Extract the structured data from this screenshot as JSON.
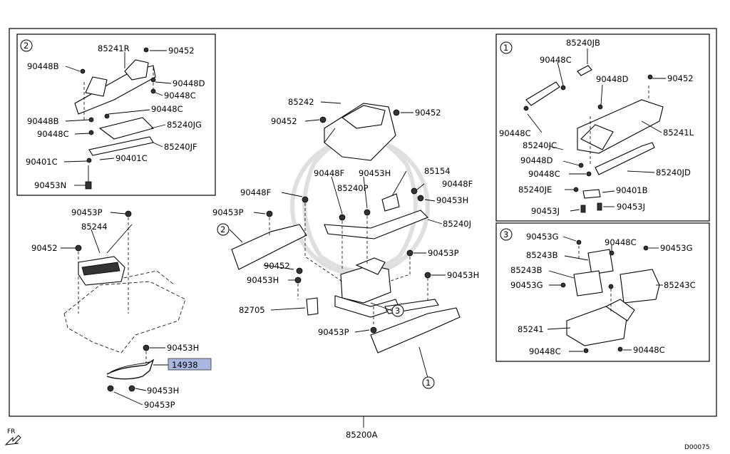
{
  "diagram": {
    "main_part": "85200A",
    "diagram_code": "D00075",
    "front_marker": "FR",
    "highlighted_part": "14938",
    "insets": [
      {
        "id": "2",
        "parts": [
          "85241R",
          "90452",
          "90448B",
          "90448D",
          "90448C",
          "90448B",
          "90448C",
          "90448C",
          "85240JG",
          "85240JF",
          "90401C",
          "90401C",
          "90453N"
        ]
      },
      {
        "id": "1",
        "parts": [
          "85240JB",
          "90448C",
          "90448D",
          "90452",
          "85241L",
          "90448C",
          "85240JC",
          "90448D",
          "90448C",
          "85240JD",
          "85240JE",
          "90401B",
          "90453J",
          "90453J"
        ]
      },
      {
        "id": "3",
        "parts": [
          "90453G",
          "90448C",
          "90453G",
          "85243B",
          "85243B",
          "90453G",
          "85243C",
          "85241",
          "90448C",
          "90448C"
        ]
      }
    ],
    "labels": {
      "i2_85241R": "85241R",
      "i2_90452": "90452",
      "i2_90448B_a": "90448B",
      "i2_90448D": "90448D",
      "i2_90448C_a": "90448C",
      "i2_90448C_b": "90448C",
      "i2_90448B_b": "90448B",
      "i2_90448C_c": "90448C",
      "i2_85240JG": "85240JG",
      "i2_85240JF": "85240JF",
      "i2_90401C_a": "90401C",
      "i2_90401C_b": "90401C",
      "i2_90453N": "90453N",
      "i1_85240JB": "85240JB",
      "i1_90448C_a": "90448C",
      "i1_90448D_a": "90448D",
      "i1_90452": "90452",
      "i1_85241L": "85241L",
      "i1_90448C_b": "90448C",
      "i1_85240JC": "85240JC",
      "i1_90448D_b": "90448D",
      "i1_90448C_c": "90448C",
      "i1_85240JD": "85240JD",
      "i1_85240JE": "85240JE",
      "i1_90401B": "90401B",
      "i1_90453J_a": "90453J",
      "i1_90453J_b": "90453J",
      "i3_90453G_a": "90453G",
      "i3_90448C_a": "90448C",
      "i3_90453G_b": "90453G",
      "i3_85243B_a": "85243B",
      "i3_85243B_b": "85243B",
      "i3_90453G_c": "90453G",
      "i3_85243C": "85243C",
      "i3_85241": "85241",
      "i3_90448C_b": "90448C",
      "i3_90448C_c": "90448C",
      "c_85242": "85242",
      "c_90452_a": "90452",
      "c_90452_b": "90452",
      "c_90448F_a": "90448F",
      "c_90453H_a": "90453H",
      "c_85154": "85154",
      "c_85240P": "85240P",
      "c_90448F_b": "90448F",
      "c_90448F_c": "90448F",
      "c_90453H_b": "90453H",
      "c_90453P_a": "90453P",
      "c_85240J": "85240J",
      "c_90452_c": "90452",
      "c_90453P_b": "90453P",
      "c_90453H_c": "90453H",
      "c_90453H_d": "90453H",
      "c_82705": "82705",
      "c_90453P_c": "90453P",
      "l_90453P_a": "90453P",
      "l_85244": "85244",
      "l_90452": "90452",
      "l_90453H_a": "90453H",
      "l_90453H_b": "90453H",
      "l_90453P_b": "90453P"
    },
    "callouts": {
      "c1": "1",
      "c2": "2",
      "c3": "3"
    }
  }
}
